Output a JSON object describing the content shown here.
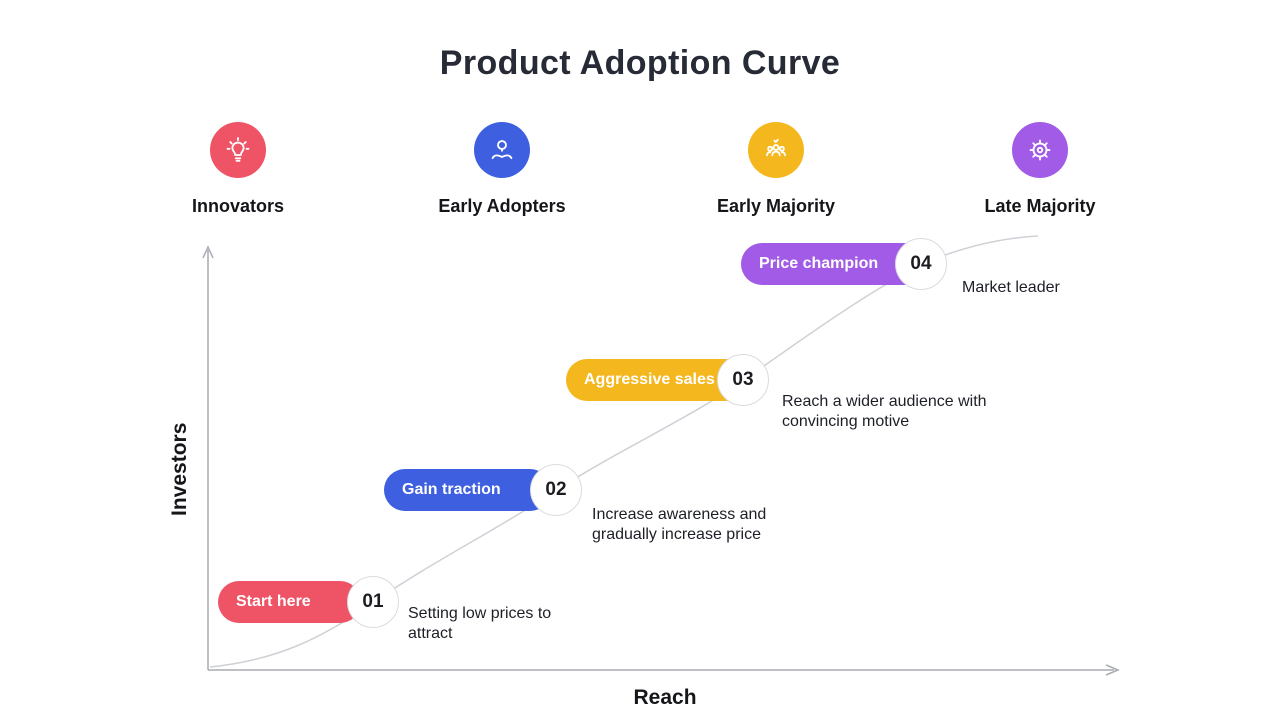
{
  "title": "Product Adoption Curve",
  "axes": {
    "x_label": "Reach",
    "y_label": "Investors"
  },
  "segments": [
    {
      "label": "Innovators",
      "color": "#EE5366",
      "icon": "lightbulb-idea-icon"
    },
    {
      "label": "Early Adopters",
      "color": "#3D5FE0",
      "icon": "hands-holding-bulb-icon"
    },
    {
      "label": "Early Majority",
      "color": "#F5B71E",
      "icon": "team-approval-icon"
    },
    {
      "label": "Late Majority",
      "color": "#A25BE6",
      "icon": "gear-idea-icon"
    }
  ],
  "steps": [
    {
      "number": "01",
      "label": "Start here",
      "color": "#EE5366",
      "description": "Setting low prices to attract"
    },
    {
      "number": "02",
      "label": "Gain traction",
      "color": "#3D5FE0",
      "description": "Increase awareness and gradually increase price"
    },
    {
      "number": "03",
      "label": "Aggressive sales",
      "color": "#F5B71E",
      "description": "Reach a wider audience with convincing motive"
    },
    {
      "number": "04",
      "label": "Price champion",
      "color": "#A25BE6",
      "description": "Market leader"
    }
  ]
}
